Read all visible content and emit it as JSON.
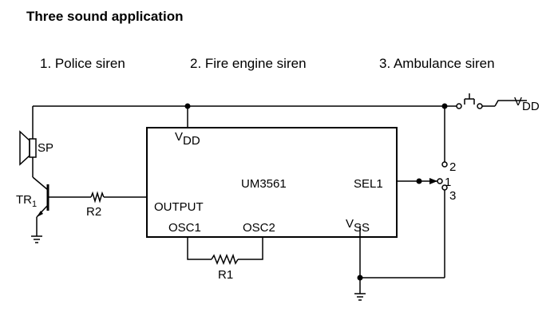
{
  "title": "Three sound application",
  "modes": [
    {
      "label": "1. Police siren"
    },
    {
      "label": "2. Fire engine siren"
    },
    {
      "label": "3. Ambulance siren"
    }
  ],
  "circuit": {
    "ic_name": "UM3561",
    "pins": {
      "vdd": {
        "main": "V",
        "sub": "DD"
      },
      "output": "OUTPUT",
      "sel1": "SEL1",
      "vss": {
        "main": "V",
        "sub": "SS"
      },
      "osc1": "OSC1",
      "osc2": "OSC2"
    },
    "components": {
      "speaker": "SP",
      "transistor": "TR",
      "transistor_sub": "1",
      "resistor_2": "R2",
      "resistor_1": "R1"
    },
    "switch_positions": [
      "2",
      "1",
      "3"
    ],
    "supply": {
      "main": "V",
      "sub": "DD"
    }
  }
}
